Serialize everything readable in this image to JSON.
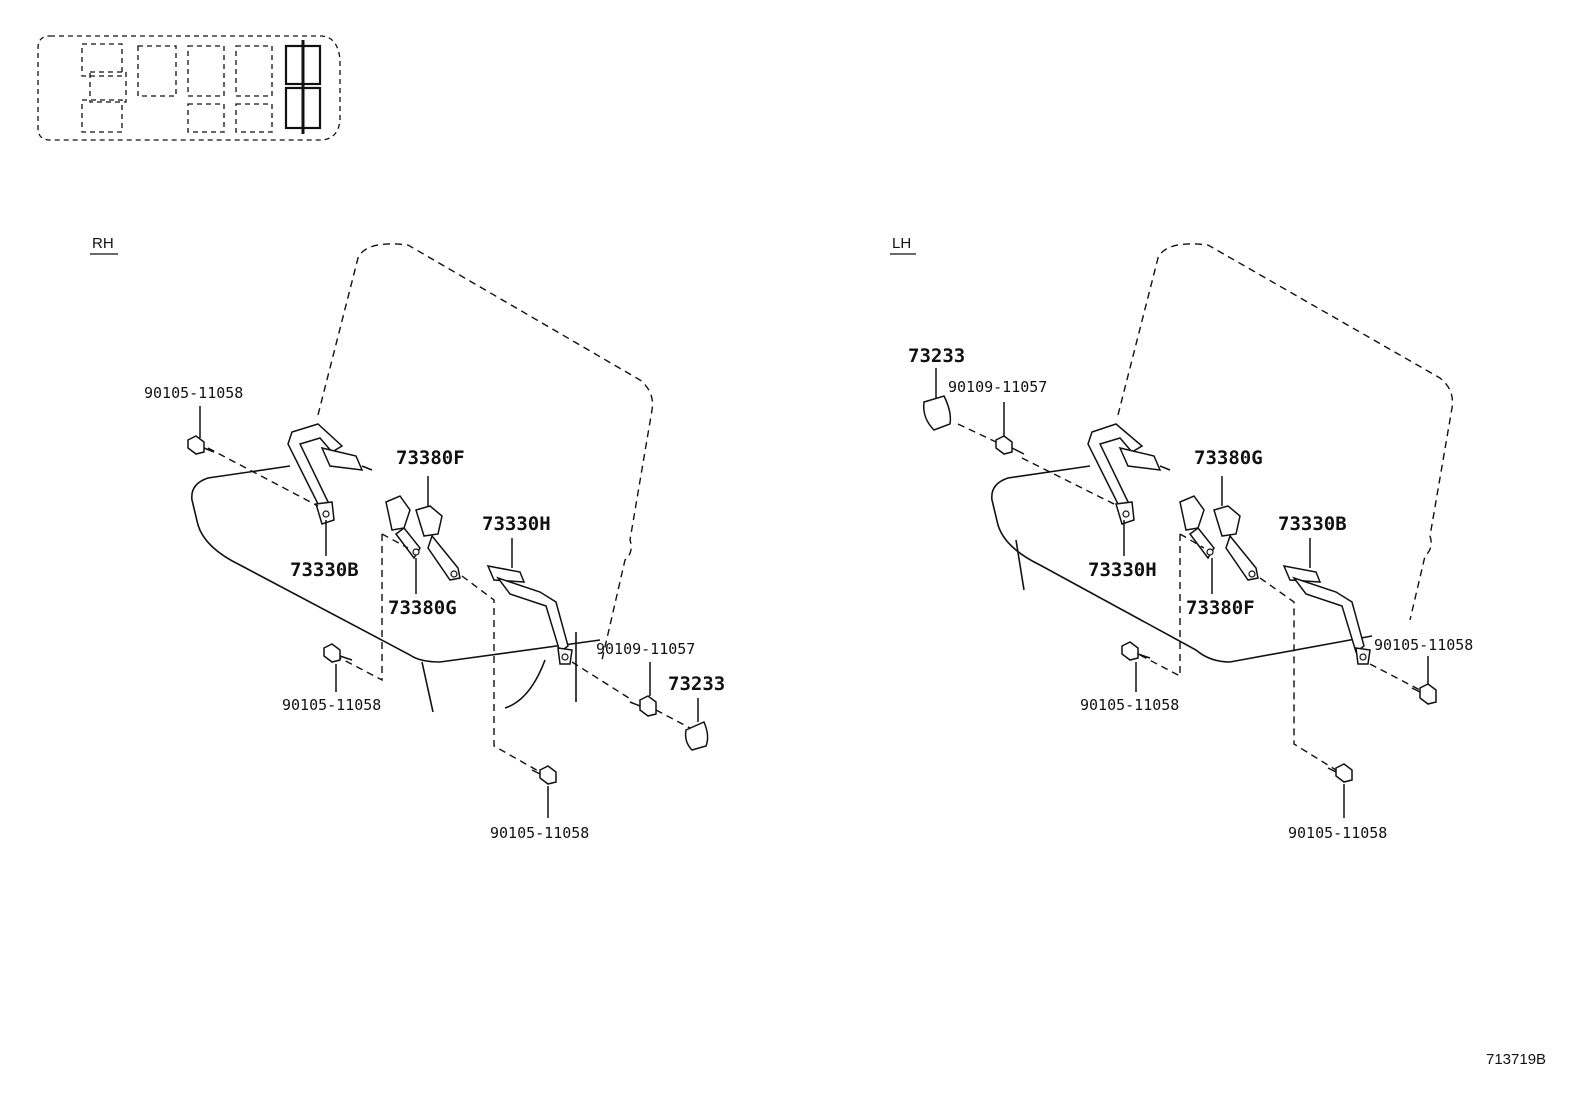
{
  "diagram_code": "713719B",
  "rh": {
    "side_label": "RH",
    "callouts": {
      "bolt_upper": "90105-11058",
      "shoulder_belt": "73330B",
      "buckle_inner": "73380F",
      "buckle_outer": "73380G",
      "lap_belt": "73330H",
      "bolt_lower_left": "90105-11058",
      "bolt_bottom": "90105-11058",
      "bolt_right": "90109-11057",
      "cover": "73233"
    }
  },
  "lh": {
    "side_label": "LH",
    "callouts": {
      "cover": "73233",
      "bolt_upper": "90109-11057",
      "shoulder_belt": "73330H",
      "buckle_inner": "73380G",
      "buckle_outer": "73380F",
      "lap_belt": "73330B",
      "bolt_lower_left": "90105-11058",
      "bolt_bottom": "90105-11058",
      "bolt_right": "90105-11058"
    }
  }
}
